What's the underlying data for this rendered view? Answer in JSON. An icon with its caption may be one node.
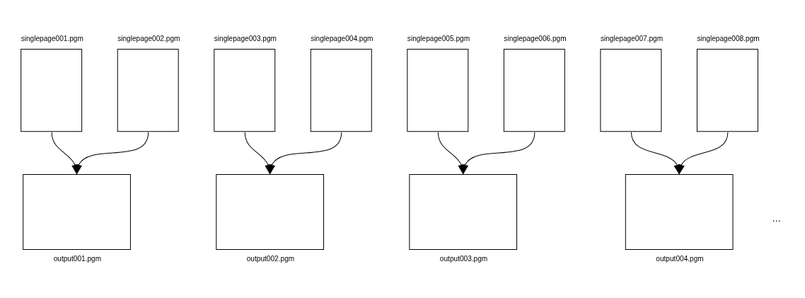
{
  "diagram": {
    "nodes": [
      {
        "text": [
          "singlepage001.pgm"
        ]
      },
      {
        "text": [
          "singlepage002.pgm"
        ]
      },
      {
        "text": [
          "singlepage003.pgm"
        ]
      },
      {
        "text": [
          "singlepage004.pgm"
        ]
      },
      {
        "text": [
          "singlepage005.pgm"
        ]
      },
      {
        "text": [
          "singlepage006.pgm"
        ]
      },
      {
        "text": [
          "singlepage007.pgm"
        ]
      },
      {
        "text": [
          "singlepage008.pgm"
        ]
      },
      {
        "text": [
          "output001.pgm"
        ]
      },
      {
        "text": [
          "output002.pgm"
        ]
      },
      {
        "text": [
          "output003.pgm"
        ]
      },
      {
        "text": [
          "output004.pgm"
        ]
      }
    ],
    "edges": [
      {
        "from": 0,
        "to": 8,
        "arrow": "to"
      },
      {
        "from": 1,
        "to": 8,
        "arrow": "to"
      },
      {
        "from": 2,
        "to": 9,
        "arrow": "to"
      },
      {
        "from": 3,
        "to": 9,
        "arrow": "to"
      },
      {
        "from": 4,
        "to": 10,
        "arrow": "to"
      },
      {
        "from": 5,
        "to": 10,
        "arrow": "to"
      },
      {
        "from": 6,
        "to": 11,
        "arrow": "to"
      },
      {
        "from": 7,
        "to": 11,
        "arrow": "to"
      }
    ],
    "labels": [
      "..."
    ]
  }
}
